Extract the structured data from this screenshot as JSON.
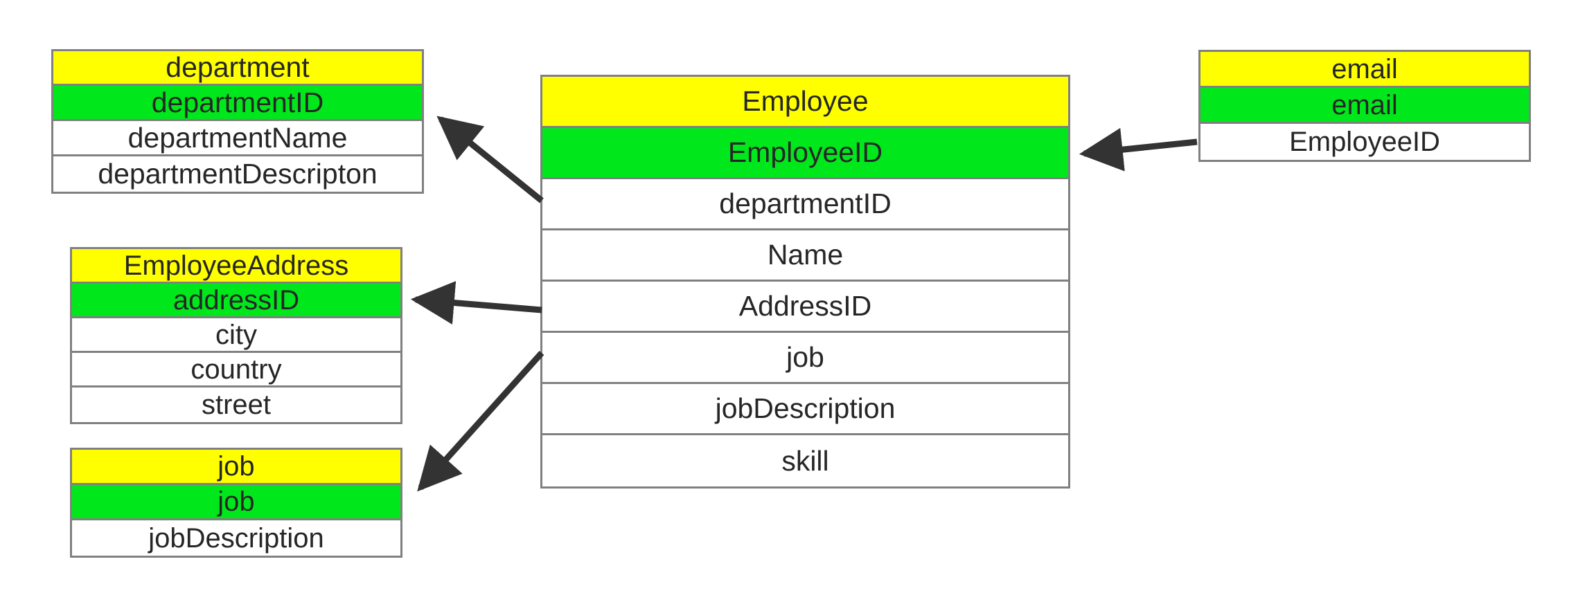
{
  "diagram": {
    "type": "entity-relationship-diagram",
    "background_color": "#FFFFFF",
    "colors": {
      "table_title_bg": "#FFFF00",
      "primary_key_bg": "#00E81C",
      "field_bg": "#FFFFFF",
      "border": "#808080",
      "connector": "#333333",
      "text": "#262626"
    }
  },
  "tables": [
    {
      "id": "department",
      "title": "department",
      "key": "departmentID",
      "fields": [
        "departmentName",
        "departmentDescripton"
      ]
    },
    {
      "id": "employeeaddress",
      "title": "EmployeeAddress",
      "key": "addressID",
      "fields": [
        "city",
        "country",
        "street"
      ]
    },
    {
      "id": "job",
      "title": "job",
      "key": "job",
      "fields": [
        "jobDescription"
      ]
    },
    {
      "id": "employee",
      "title": "Employee",
      "key": "EmployeeID",
      "fields": [
        "departmentID",
        "Name",
        "AddressID",
        "job",
        "jobDescription",
        "skill"
      ]
    },
    {
      "id": "email",
      "title": "email",
      "key": "email",
      "fields": [
        "EmployeeID"
      ]
    }
  ],
  "relationships": [
    {
      "id": "employee-department",
      "from_table": "employee",
      "from_field": "departmentID",
      "to_table": "department",
      "to_field": "departmentID"
    },
    {
      "id": "employee-employeeaddress",
      "from_table": "employee",
      "from_field": "AddressID",
      "to_table": "employeeaddress",
      "to_field": "addressID"
    },
    {
      "id": "employee-job",
      "from_table": "employee",
      "from_field": "job",
      "to_table": "job",
      "to_field": "job"
    },
    {
      "id": "email-employee",
      "from_table": "email",
      "from_field": "EmployeeID",
      "to_table": "employee",
      "to_field": "EmployeeID"
    }
  ]
}
